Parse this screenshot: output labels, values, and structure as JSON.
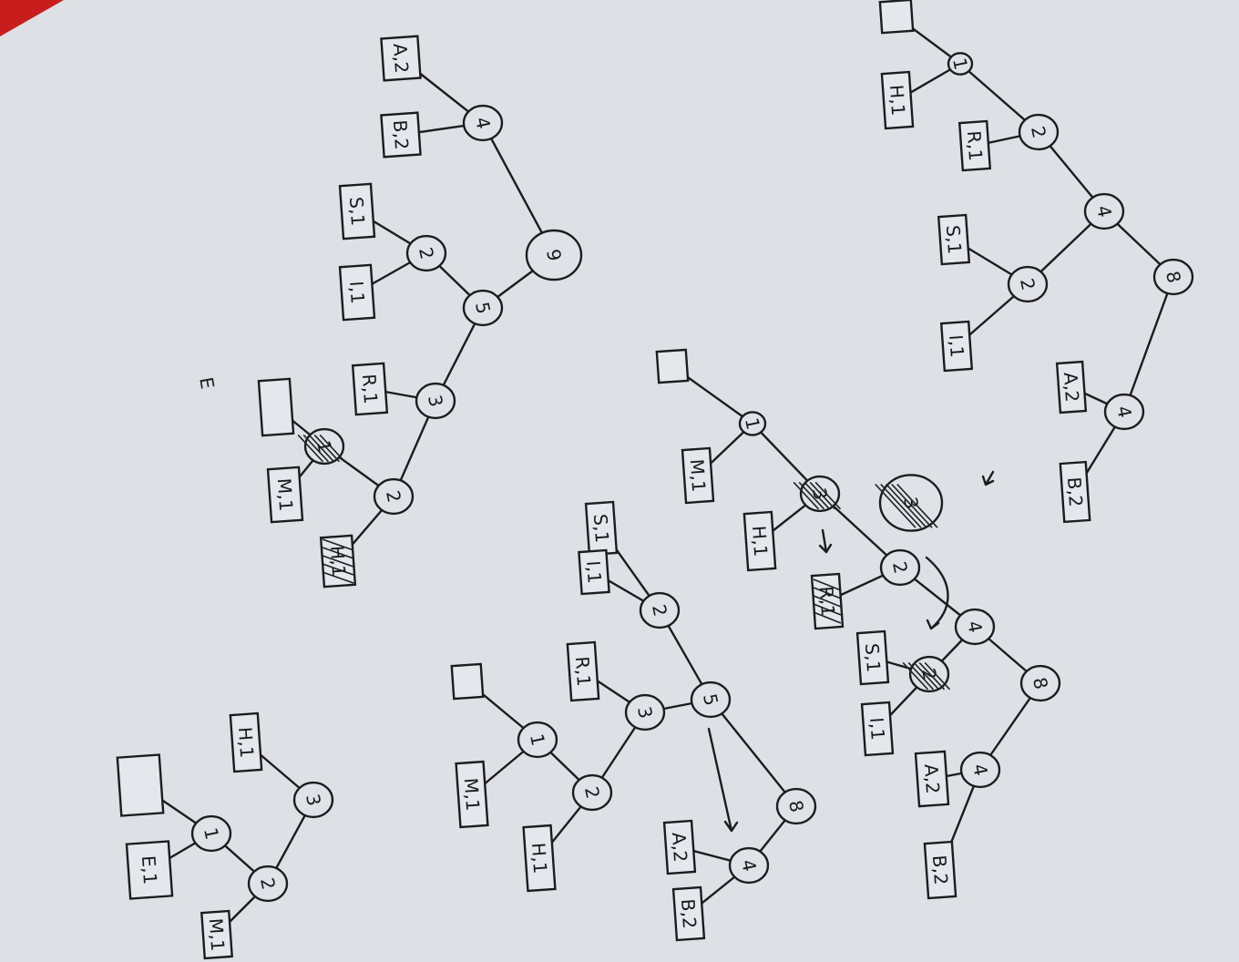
{
  "colors": {
    "paper": "#dde1e6",
    "ink": "#1c1c1c",
    "background": "#c81d1d"
  },
  "stray_mark": "E",
  "trees": [
    {
      "id": "tree-1",
      "nodes": [
        {
          "id": "t1n1",
          "label": "1",
          "type": "circle"
        },
        {
          "id": "t1n2",
          "label": "2",
          "type": "circle"
        },
        {
          "id": "t1n3",
          "label": "4",
          "type": "circle"
        },
        {
          "id": "t1n4",
          "label": "2",
          "type": "circle"
        },
        {
          "id": "t1n5",
          "label": "8",
          "type": "circle"
        },
        {
          "id": "t1n6",
          "label": "4",
          "type": "circle"
        },
        {
          "id": "t1l1",
          "label": "",
          "type": "box"
        },
        {
          "id": "t1l2",
          "label": "H,1",
          "type": "box"
        },
        {
          "id": "t1l3",
          "label": "R,1",
          "type": "box"
        },
        {
          "id": "t1l4",
          "label": "S,1",
          "type": "box"
        },
        {
          "id": "t1l5",
          "label": "I,1",
          "type": "box"
        },
        {
          "id": "t1l6",
          "label": "A,2",
          "type": "box"
        },
        {
          "id": "t1l7",
          "label": "B,2",
          "type": "box"
        }
      ],
      "edges": [
        [
          "t1l1",
          "t1n1"
        ],
        [
          "t1n1",
          "t1l2"
        ],
        [
          "t1n1",
          "t1n2"
        ],
        [
          "t1n2",
          "t1l3"
        ],
        [
          "t1n2",
          "t1n3"
        ],
        [
          "t1n3",
          "t1n4"
        ],
        [
          "t1n4",
          "t1l4"
        ],
        [
          "t1n4",
          "t1l5"
        ],
        [
          "t1n3",
          "t1n5"
        ],
        [
          "t1n5",
          "t1n6"
        ],
        [
          "t1n6",
          "t1l6"
        ],
        [
          "t1n6",
          "t1l7"
        ]
      ]
    },
    {
      "id": "tree-2",
      "nodes": [
        {
          "id": "t2n1",
          "label": "1",
          "type": "circle"
        },
        {
          "id": "t2n2",
          "label": "3",
          "type": "circle",
          "struck": true
        },
        {
          "id": "t2n3",
          "label": "2",
          "type": "circle"
        },
        {
          "id": "t2n4",
          "label": "4",
          "type": "circle"
        },
        {
          "id": "t2n5",
          "label": "2",
          "type": "circle",
          "struck": true
        },
        {
          "id": "t2n6",
          "label": "8",
          "type": "circle"
        },
        {
          "id": "t2n7",
          "label": "4",
          "type": "circle"
        },
        {
          "id": "t2n8",
          "label": "3",
          "type": "circle",
          "struck": true
        },
        {
          "id": "t2l1",
          "label": "",
          "type": "box"
        },
        {
          "id": "t2l2",
          "label": "M,1",
          "type": "box"
        },
        {
          "id": "t2l3",
          "label": "H,1",
          "type": "box"
        },
        {
          "id": "t2l4",
          "label": "R,1",
          "type": "box",
          "struck": true
        },
        {
          "id": "t2l5",
          "label": "S,1",
          "type": "box"
        },
        {
          "id": "t2l6",
          "label": "I,1",
          "type": "box"
        },
        {
          "id": "t2l7",
          "label": "A,2",
          "type": "box"
        },
        {
          "id": "t2l8",
          "label": "B,2",
          "type": "box"
        }
      ],
      "edges": [
        [
          "t2l1",
          "t2n1"
        ],
        [
          "t2n1",
          "t2l2"
        ],
        [
          "t2n1",
          "t2n2"
        ],
        [
          "t2n2",
          "t2l3"
        ],
        [
          "t2n2",
          "t2n3"
        ],
        [
          "t2n3",
          "t2l4"
        ],
        [
          "t2n3",
          "t2n4"
        ],
        [
          "t2n4",
          "t2n5"
        ],
        [
          "t2n5",
          "t2l5"
        ],
        [
          "t2n5",
          "t2l6"
        ],
        [
          "t2n4",
          "t2n6"
        ],
        [
          "t2n6",
          "t2n7"
        ],
        [
          "t2n7",
          "t2l7"
        ],
        [
          "t2n7",
          "t2l8"
        ]
      ]
    },
    {
      "id": "tree-3",
      "nodes": [
        {
          "id": "t3n1",
          "label": "4",
          "type": "circle"
        },
        {
          "id": "t3n2",
          "label": "9",
          "type": "circle"
        },
        {
          "id": "t3n3",
          "label": "5",
          "type": "circle"
        },
        {
          "id": "t3n4",
          "label": "2",
          "type": "circle"
        },
        {
          "id": "t3n5",
          "label": "3",
          "type": "circle"
        },
        {
          "id": "t3n6",
          "label": "2",
          "type": "circle"
        },
        {
          "id": "t3n7",
          "label": "1",
          "type": "circle",
          "struck": true
        },
        {
          "id": "t3l1",
          "label": "A,2",
          "type": "box"
        },
        {
          "id": "t3l2",
          "label": "B,2",
          "type": "box"
        },
        {
          "id": "t3l3",
          "label": "S,1",
          "type": "box"
        },
        {
          "id": "t3l4",
          "label": "I,1",
          "type": "box"
        },
        {
          "id": "t3l5",
          "label": "R,1",
          "type": "box"
        },
        {
          "id": "t3l6",
          "label": "H,1",
          "type": "box",
          "struck": true
        },
        {
          "id": "t3l7",
          "label": "M,1",
          "type": "box"
        },
        {
          "id": "t3l8",
          "label": "",
          "type": "box"
        }
      ],
      "edges": [
        [
          "t3n1",
          "t3l1"
        ],
        [
          "t3n1",
          "t3l2"
        ],
        [
          "t3n1",
          "t3n2"
        ],
        [
          "t3n2",
          "t3n3"
        ],
        [
          "t3n3",
          "t3n4"
        ],
        [
          "t3n4",
          "t3l3"
        ],
        [
          "t3n4",
          "t3l4"
        ],
        [
          "t3n3",
          "t3n5"
        ],
        [
          "t3n5",
          "t3l5"
        ],
        [
          "t3n5",
          "t3n6"
        ],
        [
          "t3n6",
          "t3l6"
        ],
        [
          "t3n6",
          "t3n7"
        ],
        [
          "t3n7",
          "t3l7"
        ],
        [
          "t3n7",
          "t3l8"
        ]
      ]
    },
    {
      "id": "tree-4",
      "nodes": [
        {
          "id": "t4n1",
          "label": "1",
          "type": "circle"
        },
        {
          "id": "t4n2",
          "label": "2",
          "type": "circle"
        },
        {
          "id": "t4n3",
          "label": "3",
          "type": "circle"
        },
        {
          "id": "t4n4",
          "label": "5",
          "type": "circle"
        },
        {
          "id": "t4n5",
          "label": "2",
          "type": "circle"
        },
        {
          "id": "t4n6",
          "label": "8",
          "type": "circle"
        },
        {
          "id": "t4n7",
          "label": "4",
          "type": "circle"
        },
        {
          "id": "t4l1",
          "label": "",
          "type": "box"
        },
        {
          "id": "t4l2",
          "label": "M,1",
          "type": "box"
        },
        {
          "id": "t4l3",
          "label": "H,1",
          "type": "box"
        },
        {
          "id": "t4l4",
          "label": "R,1",
          "type": "box"
        },
        {
          "id": "t4l5",
          "label": "S,1",
          "type": "box"
        },
        {
          "id": "t4l6",
          "label": "I,1",
          "type": "box"
        },
        {
          "id": "t4l7",
          "label": "A,2",
          "type": "box"
        },
        {
          "id": "t4l8",
          "label": "B,2",
          "type": "box"
        }
      ],
      "edges": [
        [
          "t4l1",
          "t4n1"
        ],
        [
          "t4n1",
          "t4l2"
        ],
        [
          "t4n1",
          "t4n2"
        ],
        [
          "t4n2",
          "t4l3"
        ],
        [
          "t4n2",
          "t4n3"
        ],
        [
          "t4n3",
          "t4l4"
        ],
        [
          "t4n3",
          "t4n4"
        ],
        [
          "t4n4",
          "t4n5"
        ],
        [
          "t4n5",
          "t4l5"
        ],
        [
          "t4n5",
          "t4l6"
        ],
        [
          "t4n4",
          "t4n6"
        ],
        [
          "t4n6",
          "t4n7"
        ],
        [
          "t4n7",
          "t4l7"
        ],
        [
          "t4n7",
          "t4l8"
        ]
      ]
    },
    {
      "id": "tree-5",
      "nodes": [
        {
          "id": "t5n1",
          "label": "1",
          "type": "circle"
        },
        {
          "id": "t5n2",
          "label": "2",
          "type": "circle"
        },
        {
          "id": "t5n3",
          "label": "3",
          "type": "circle"
        },
        {
          "id": "t5l1",
          "label": "",
          "type": "box"
        },
        {
          "id": "t5l2",
          "label": "E,1",
          "type": "box"
        },
        {
          "id": "t5l3",
          "label": "M,1",
          "type": "box"
        },
        {
          "id": "t5l4",
          "label": "H,1",
          "type": "box"
        }
      ],
      "edges": [
        [
          "t5l1",
          "t5n1"
        ],
        [
          "t5n1",
          "t5l2"
        ],
        [
          "t5n1",
          "t5n2"
        ],
        [
          "t5n2",
          "t5l3"
        ],
        [
          "t5n2",
          "t5n3"
        ],
        [
          "t5n3",
          "t5l4"
        ]
      ]
    }
  ]
}
